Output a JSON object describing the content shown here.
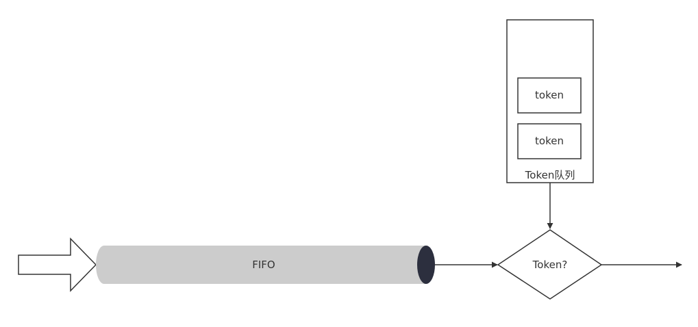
{
  "diagram": {
    "token_queue": {
      "tokens": [
        "token",
        "token"
      ],
      "label": "Token队列"
    },
    "fifo": {
      "label": "FIFO"
    },
    "decision": {
      "label": "Token?"
    }
  }
}
